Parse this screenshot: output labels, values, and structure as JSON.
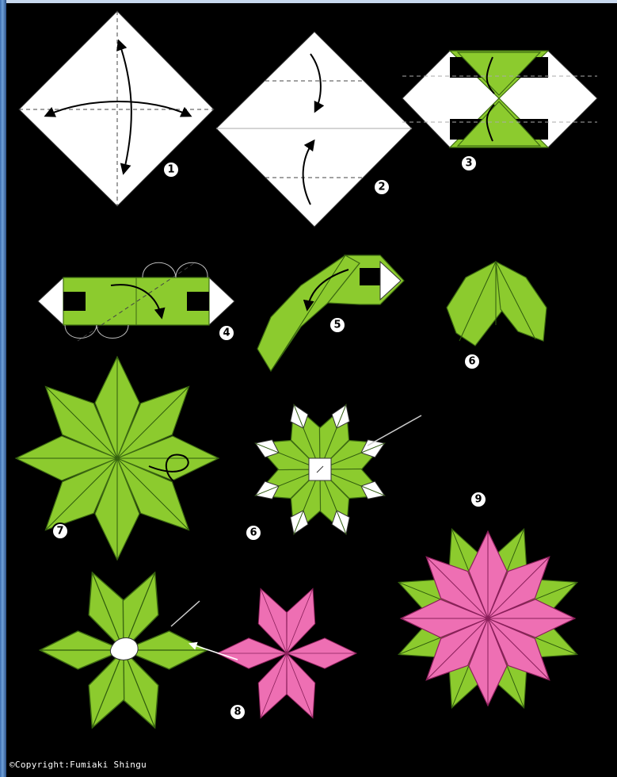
{
  "steps": [
    "1",
    "2",
    "3",
    "4",
    "5",
    "6",
    "7",
    "6",
    "9",
    "8"
  ],
  "copyright": "©Copyright:Fumiaki Shingu",
  "colors": {
    "background": "#000000",
    "leaf": "#8ccb2e",
    "flower": "#ee6fb3",
    "paper": "#ffffff"
  }
}
